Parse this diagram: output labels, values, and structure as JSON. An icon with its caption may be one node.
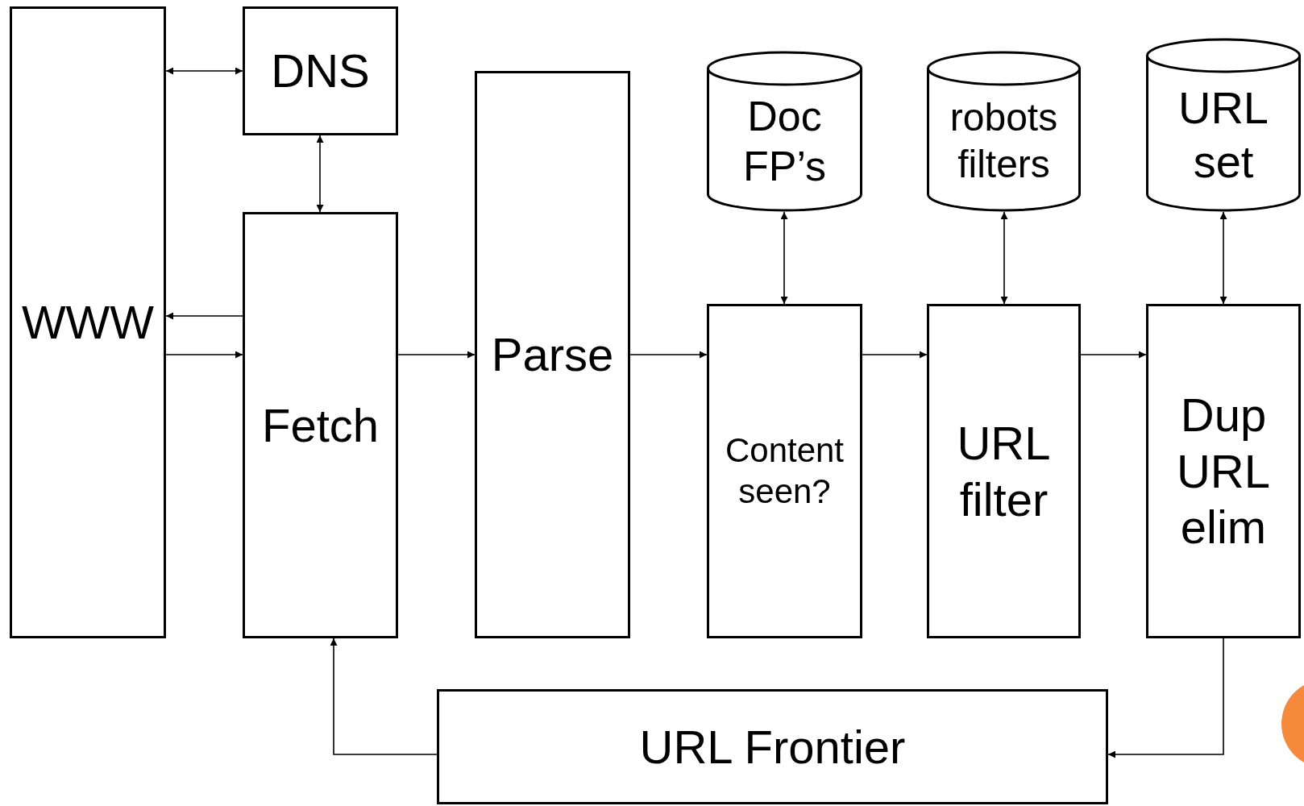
{
  "diagram": {
    "nodes": [
      {
        "text": [
          "WWW"
        ]
      },
      {
        "text": [
          "DNS"
        ]
      },
      {
        "text": [
          "Fetch"
        ]
      },
      {
        "text": [
          "Parse"
        ]
      },
      {
        "text": [
          "Doc FP’s"
        ]
      },
      {
        "text": [
          "robots filters"
        ]
      },
      {
        "text": [
          "URL set"
        ]
      },
      {
        "text": [
          "Content seen?"
        ]
      },
      {
        "text": [
          "URL filter"
        ]
      },
      {
        "text": [
          "Dup URL elim"
        ]
      },
      {
        "text": [
          "URL Frontier"
        ]
      }
    ],
    "edges": [
      {
        "from": 0,
        "to": 1,
        "arrow": "both"
      },
      {
        "from": 1,
        "to": 2,
        "arrow": "both"
      },
      {
        "from": 2,
        "to": 0,
        "arrow": "to"
      },
      {
        "from": 0,
        "to": 2,
        "arrow": "to"
      },
      {
        "from": 2,
        "to": 3,
        "arrow": "to"
      },
      {
        "from": 3,
        "to": 7,
        "arrow": "to"
      },
      {
        "from": 7,
        "to": 8,
        "arrow": "to"
      },
      {
        "from": 8,
        "to": 9,
        "arrow": "to"
      },
      {
        "from": 4,
        "to": 7,
        "arrow": "both"
      },
      {
        "from": 5,
        "to": 8,
        "arrow": "both"
      },
      {
        "from": 6,
        "to": 9,
        "arrow": "both"
      },
      {
        "from": 9,
        "to": 10,
        "arrow": "to"
      },
      {
        "from": 10,
        "to": 2,
        "arrow": "to"
      }
    ]
  }
}
